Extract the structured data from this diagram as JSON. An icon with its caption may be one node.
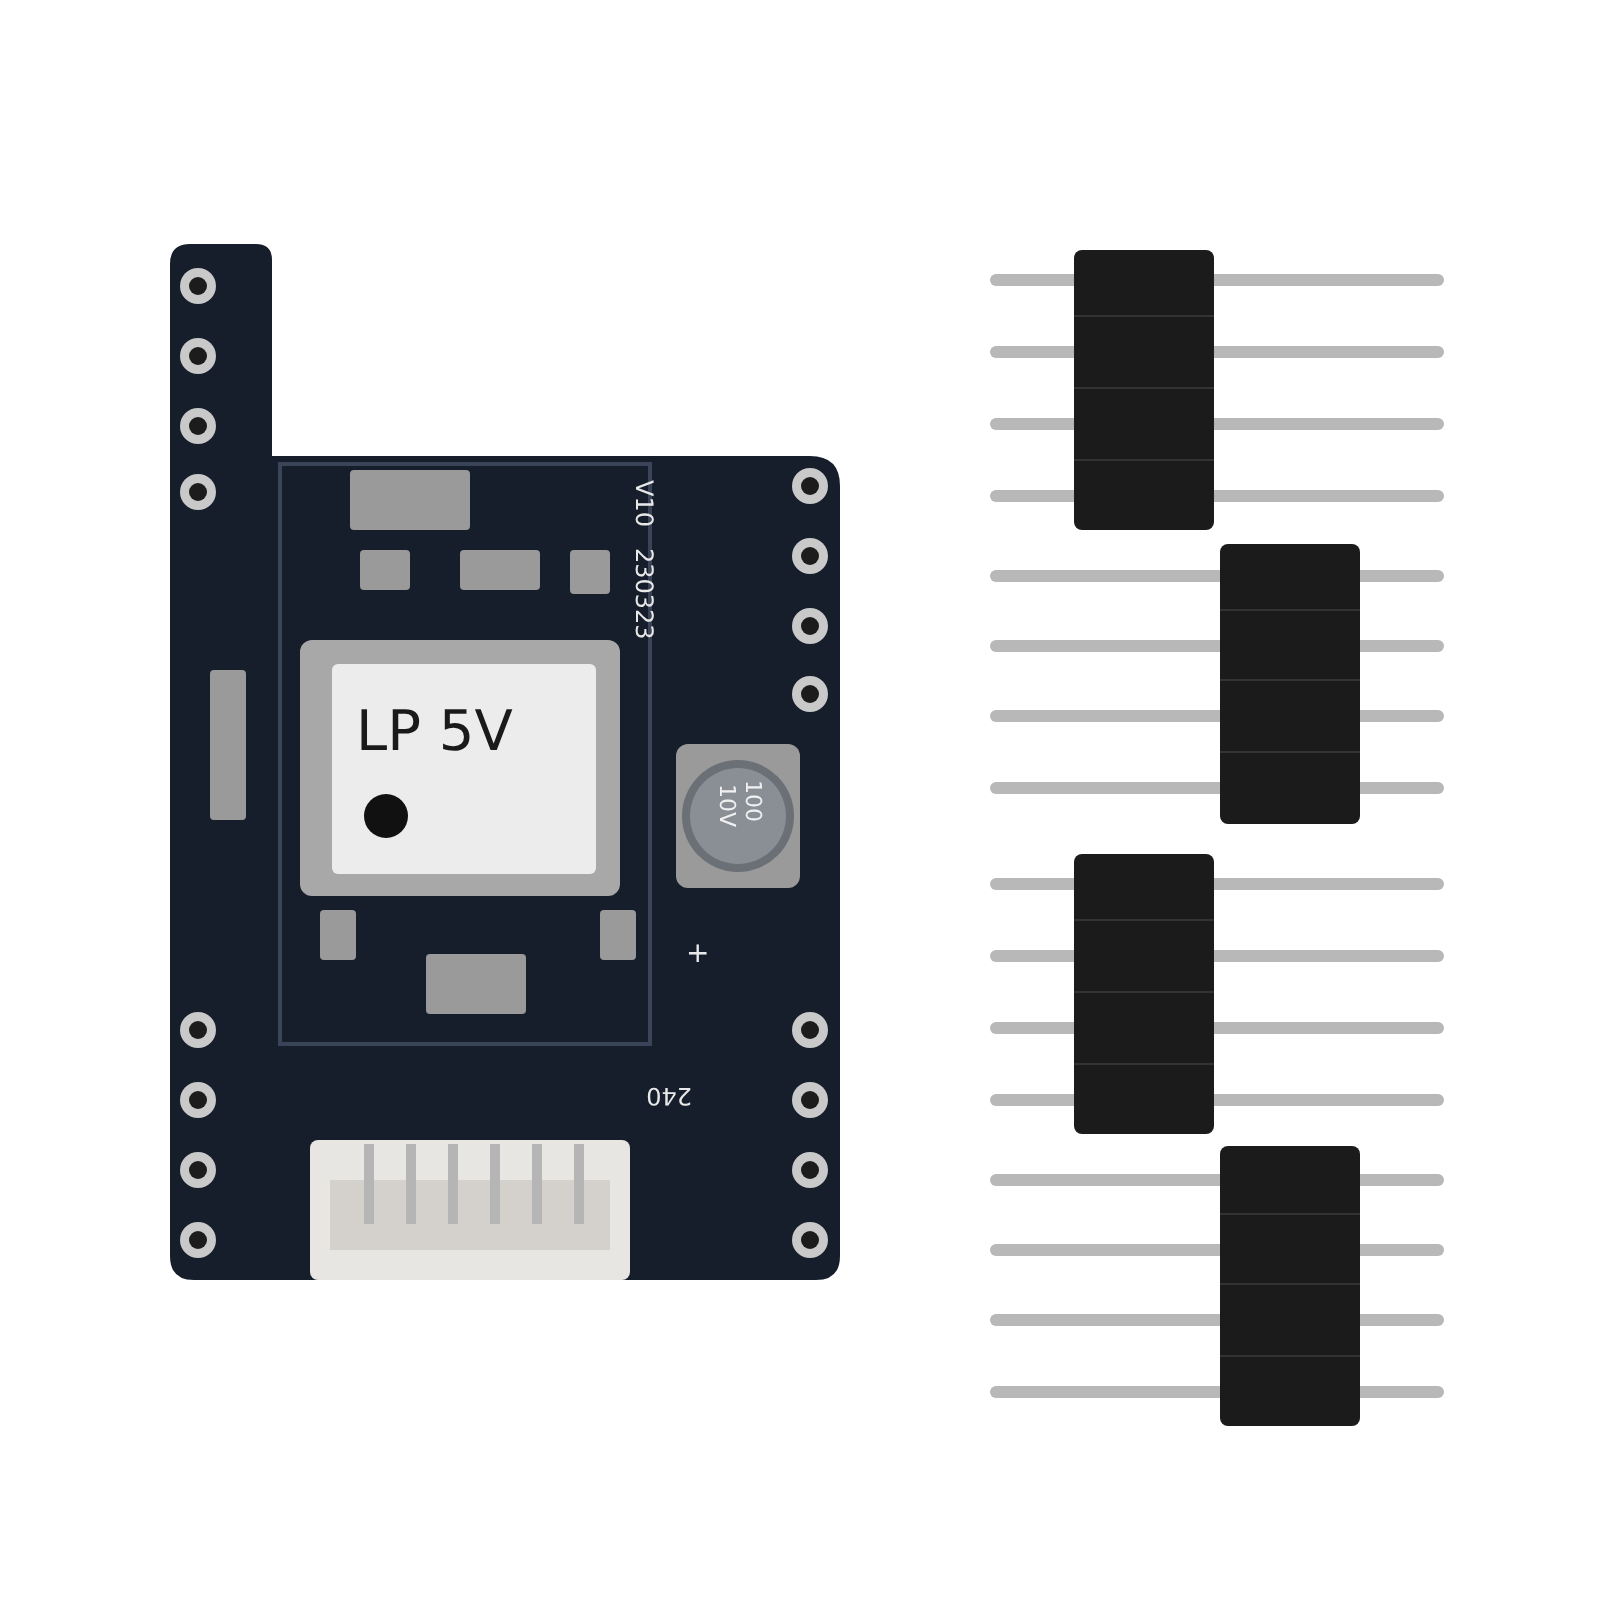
{
  "diagram": {
    "labels": [
      "V10",
      "230323",
      "LP 5V",
      "100",
      "10V",
      "+",
      "240"
    ]
  }
}
